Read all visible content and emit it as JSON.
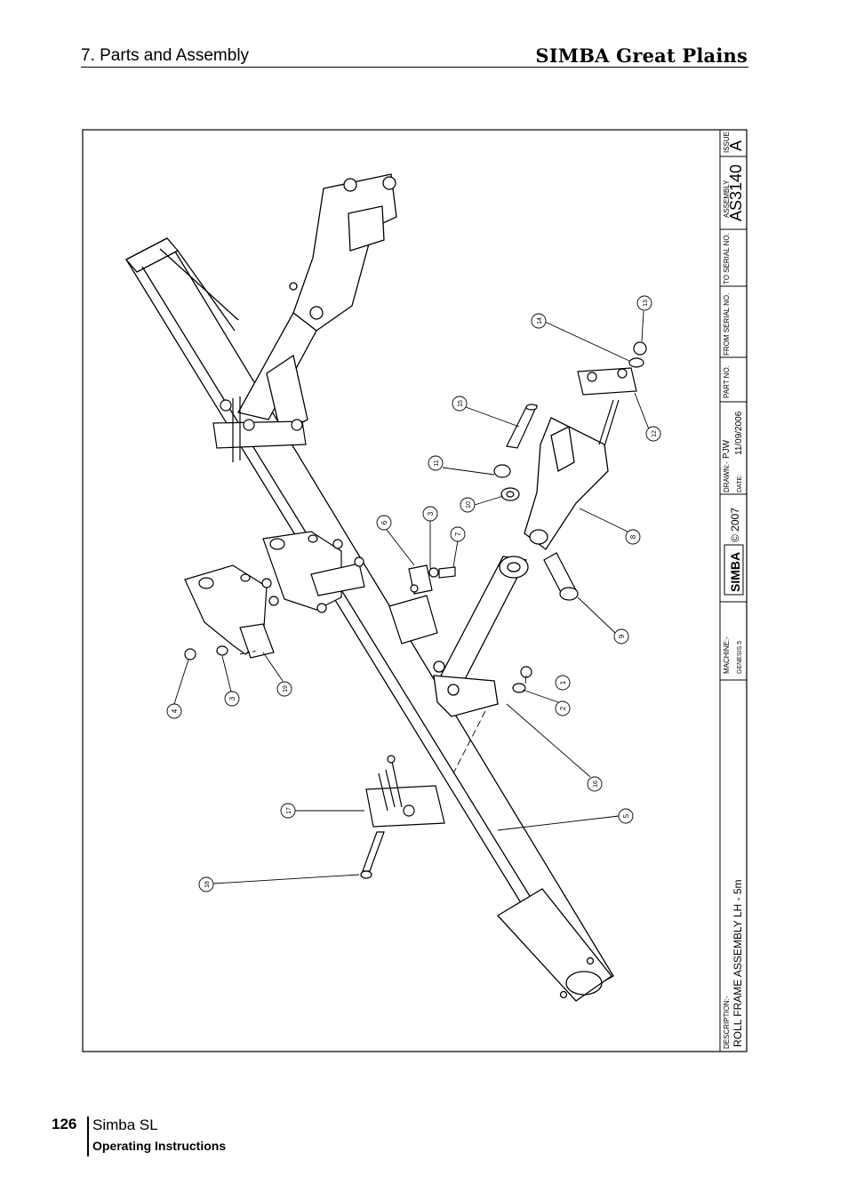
{
  "header": {
    "section_title": "7. Parts and Assembly",
    "brand": "SIMBA Great Plains"
  },
  "title_block": {
    "issue_label": "ISSUE",
    "issue_value": "A",
    "assembly_label": "ASSEMBLY",
    "assembly_value": "AS3140",
    "to_serial_label": "TO SERIAL NO.",
    "from_serial_label": "FROM SERIAL NO.",
    "part_no_label": "PART NO.",
    "drawn_label": "DRAWN:-",
    "drawn_value": "PJW",
    "date_label": "DATE:",
    "date_value": "11/09/2006",
    "logo_text": "SIMBA",
    "copyright": "© 2007",
    "machine_label": "MACHINE:-",
    "machine_value": "GENESIS 5",
    "description_label": "DESCRIPTION:-",
    "description_value": "ROLL FRAME ASSEMBLY LH - 5m"
  },
  "balloons": [
    "1",
    "2",
    "3",
    "3",
    "4",
    "5",
    "6",
    "7",
    "8",
    "9",
    "10",
    "11",
    "12",
    "13",
    "14",
    "15",
    "16",
    "17",
    "18",
    "19"
  ],
  "footer": {
    "page_number": "126",
    "product": "Simba SL",
    "subtitle": "Operating Instructions"
  }
}
